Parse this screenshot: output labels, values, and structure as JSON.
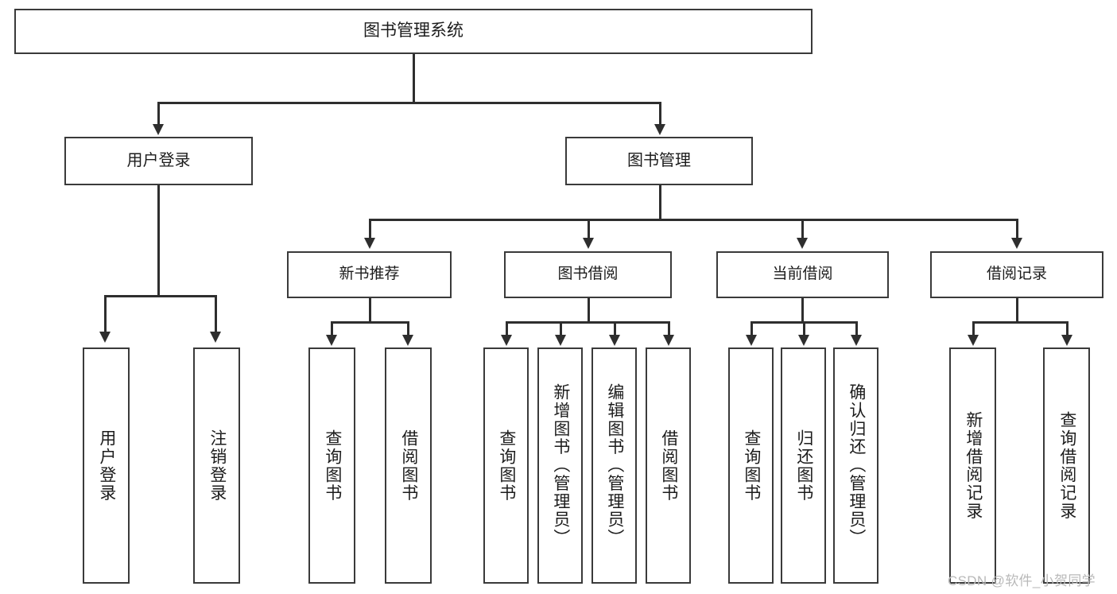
{
  "diagram": {
    "title": "图书管理系统",
    "type": "tree-hierarchy-diagram",
    "root": {
      "label": "图书管理系统"
    },
    "level1": [
      {
        "label": "用户登录"
      },
      {
        "label": "图书管理"
      }
    ],
    "level2": [
      {
        "label": "新书推荐"
      },
      {
        "label": "图书借阅"
      },
      {
        "label": "当前借阅"
      },
      {
        "label": "借阅记录"
      }
    ],
    "leaves": {
      "user_login": [
        {
          "label": "用户登录"
        },
        {
          "label": "注销登录"
        }
      ],
      "new_book_recommend": [
        {
          "label": "查询图书"
        },
        {
          "label": "借阅图书"
        }
      ],
      "book_borrow": [
        {
          "label": "查询图书"
        },
        {
          "label": "新增图书（管理员）"
        },
        {
          "label": "编辑图书（管理员）"
        },
        {
          "label": "借阅图书"
        }
      ],
      "current_borrow": [
        {
          "label": "查询图书"
        },
        {
          "label": "归还图书"
        },
        {
          "label": "确认归还（管理员）"
        }
      ],
      "borrow_record": [
        {
          "label": "新增借阅记录"
        },
        {
          "label": "查询借阅记录"
        }
      ]
    }
  },
  "watermark": {
    "text": "CSDN @软件_小贺同学"
  },
  "colors": {
    "stroke": "#3a3a3a",
    "connector": "#2e2e2e",
    "background": "#ffffff",
    "text": "#1c1c1c",
    "watermark": "#b9b9b9"
  }
}
